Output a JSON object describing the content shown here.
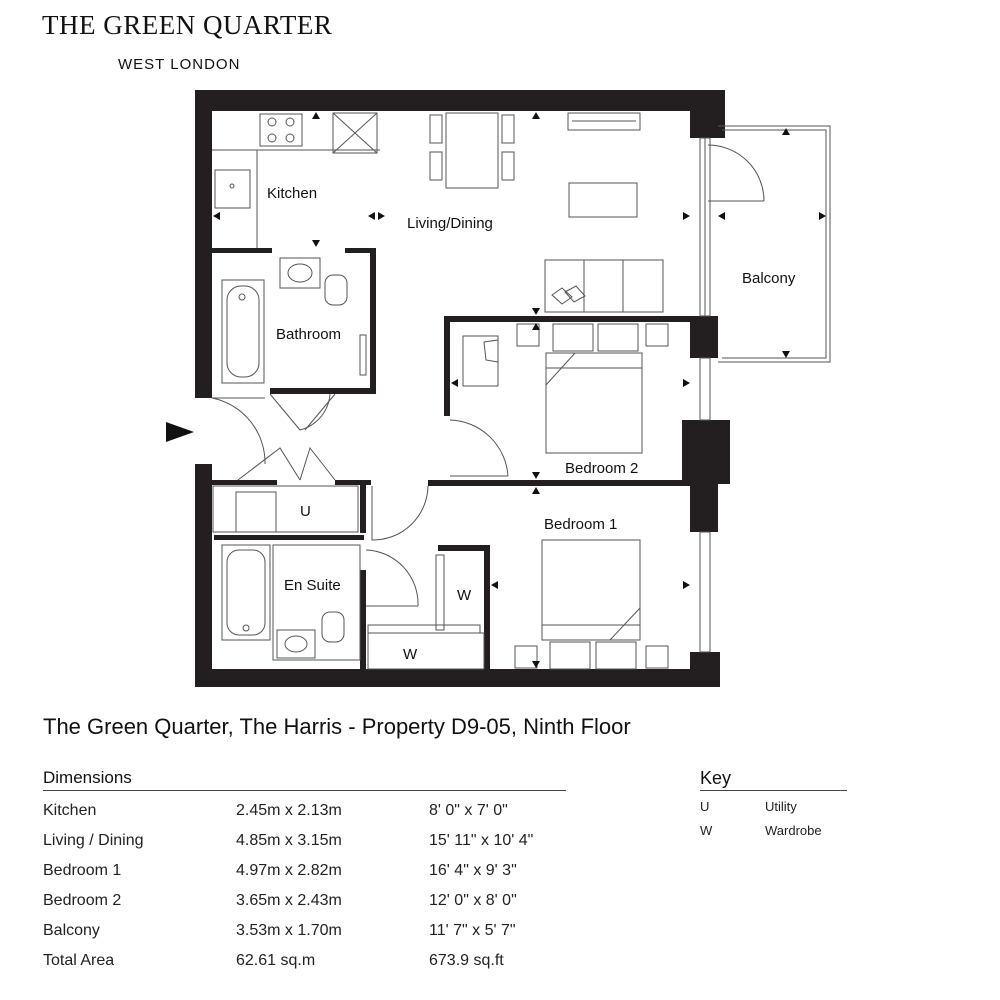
{
  "brand": {
    "name": "THE GREEN QUARTER",
    "location": "WEST LONDON"
  },
  "plan": {
    "rooms": {
      "kitchen": "Kitchen",
      "living": "Living/Dining",
      "balcony": "Balcony",
      "bathroom": "Bathroom",
      "bedroom2": "Bedroom 2",
      "utility": "U",
      "bedroom1": "Bedroom 1",
      "ensuite": "En Suite",
      "wardrobe_a": "W",
      "wardrobe_b": "W"
    }
  },
  "property_title": "The Green Quarter, The Harris - Property D9-05, Ninth Floor",
  "dimensions": {
    "heading": "Dimensions",
    "rows": [
      {
        "room": "Kitchen",
        "metric": "2.45m x 2.13m",
        "imperial": "8' 0\" x 7' 0\""
      },
      {
        "room": "Living / Dining",
        "metric": "4.85m x 3.15m",
        "imperial": "15' 11\" x 10' 4\""
      },
      {
        "room": "Bedroom 1",
        "metric": "4.97m x 2.82m",
        "imperial": "16' 4\" x 9' 3\""
      },
      {
        "room": "Bedroom 2",
        "metric": "3.65m x 2.43m",
        "imperial": "12' 0\" x 8' 0\""
      },
      {
        "room": "Balcony",
        "metric": "3.53m x 1.70m",
        "imperial": "11' 7\" x 5' 7\""
      },
      {
        "room": "Total Area",
        "metric": "62.61 sq.m",
        "imperial": "673.9 sq.ft"
      }
    ]
  },
  "key": {
    "heading": "Key",
    "items": [
      {
        "code": "U",
        "meaning": "Utility"
      },
      {
        "code": "W",
        "meaning": "Wardrobe"
      }
    ]
  }
}
